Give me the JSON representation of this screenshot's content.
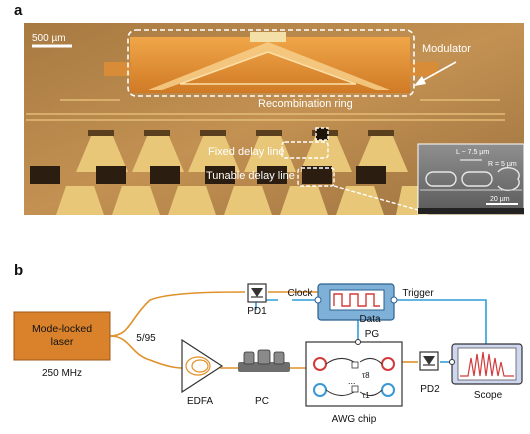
{
  "panel_a": {
    "letter": "a",
    "scale_bar": "500 µm",
    "labels": {
      "modulator": "Modulator",
      "recombination_ring": "Recombination ring",
      "fixed_delay_line": "Fixed delay line",
      "tunable_delay_line": "Tunable delay line"
    },
    "sem_inset": {
      "length_label": "L ~ 7.5 µm",
      "radius_label": "R = 5 µm",
      "scale_bar": "20 µm"
    }
  },
  "panel_b": {
    "letter": "b",
    "laser": {
      "line1": "Mode-locked",
      "line2": "laser",
      "rate": "250 MHz"
    },
    "split_ratio": "5/95",
    "pd1": "PD1",
    "pd2": "PD2",
    "clock": "Clock",
    "trigger": "Trigger",
    "data": "Data",
    "pg": "PG",
    "edfa": "EDFA",
    "pc": "PC",
    "awg_chip": "AWG chip",
    "tau_8": "τ8",
    "tau_1": "τ1",
    "dots": "...",
    "scope": "Scope"
  },
  "colors": {
    "chip_background": "#b8864a",
    "gold_pad": "#e8c878",
    "laser_orange": "#d9822b",
    "fiber_orange": "#e0912a",
    "cable_blue": "#2f9fd8",
    "pg_blue": "#7fb0d8",
    "ring_red": "#d23b3b",
    "ring_blue": "#3a98d6",
    "scope_trace": "#d23b3b"
  }
}
